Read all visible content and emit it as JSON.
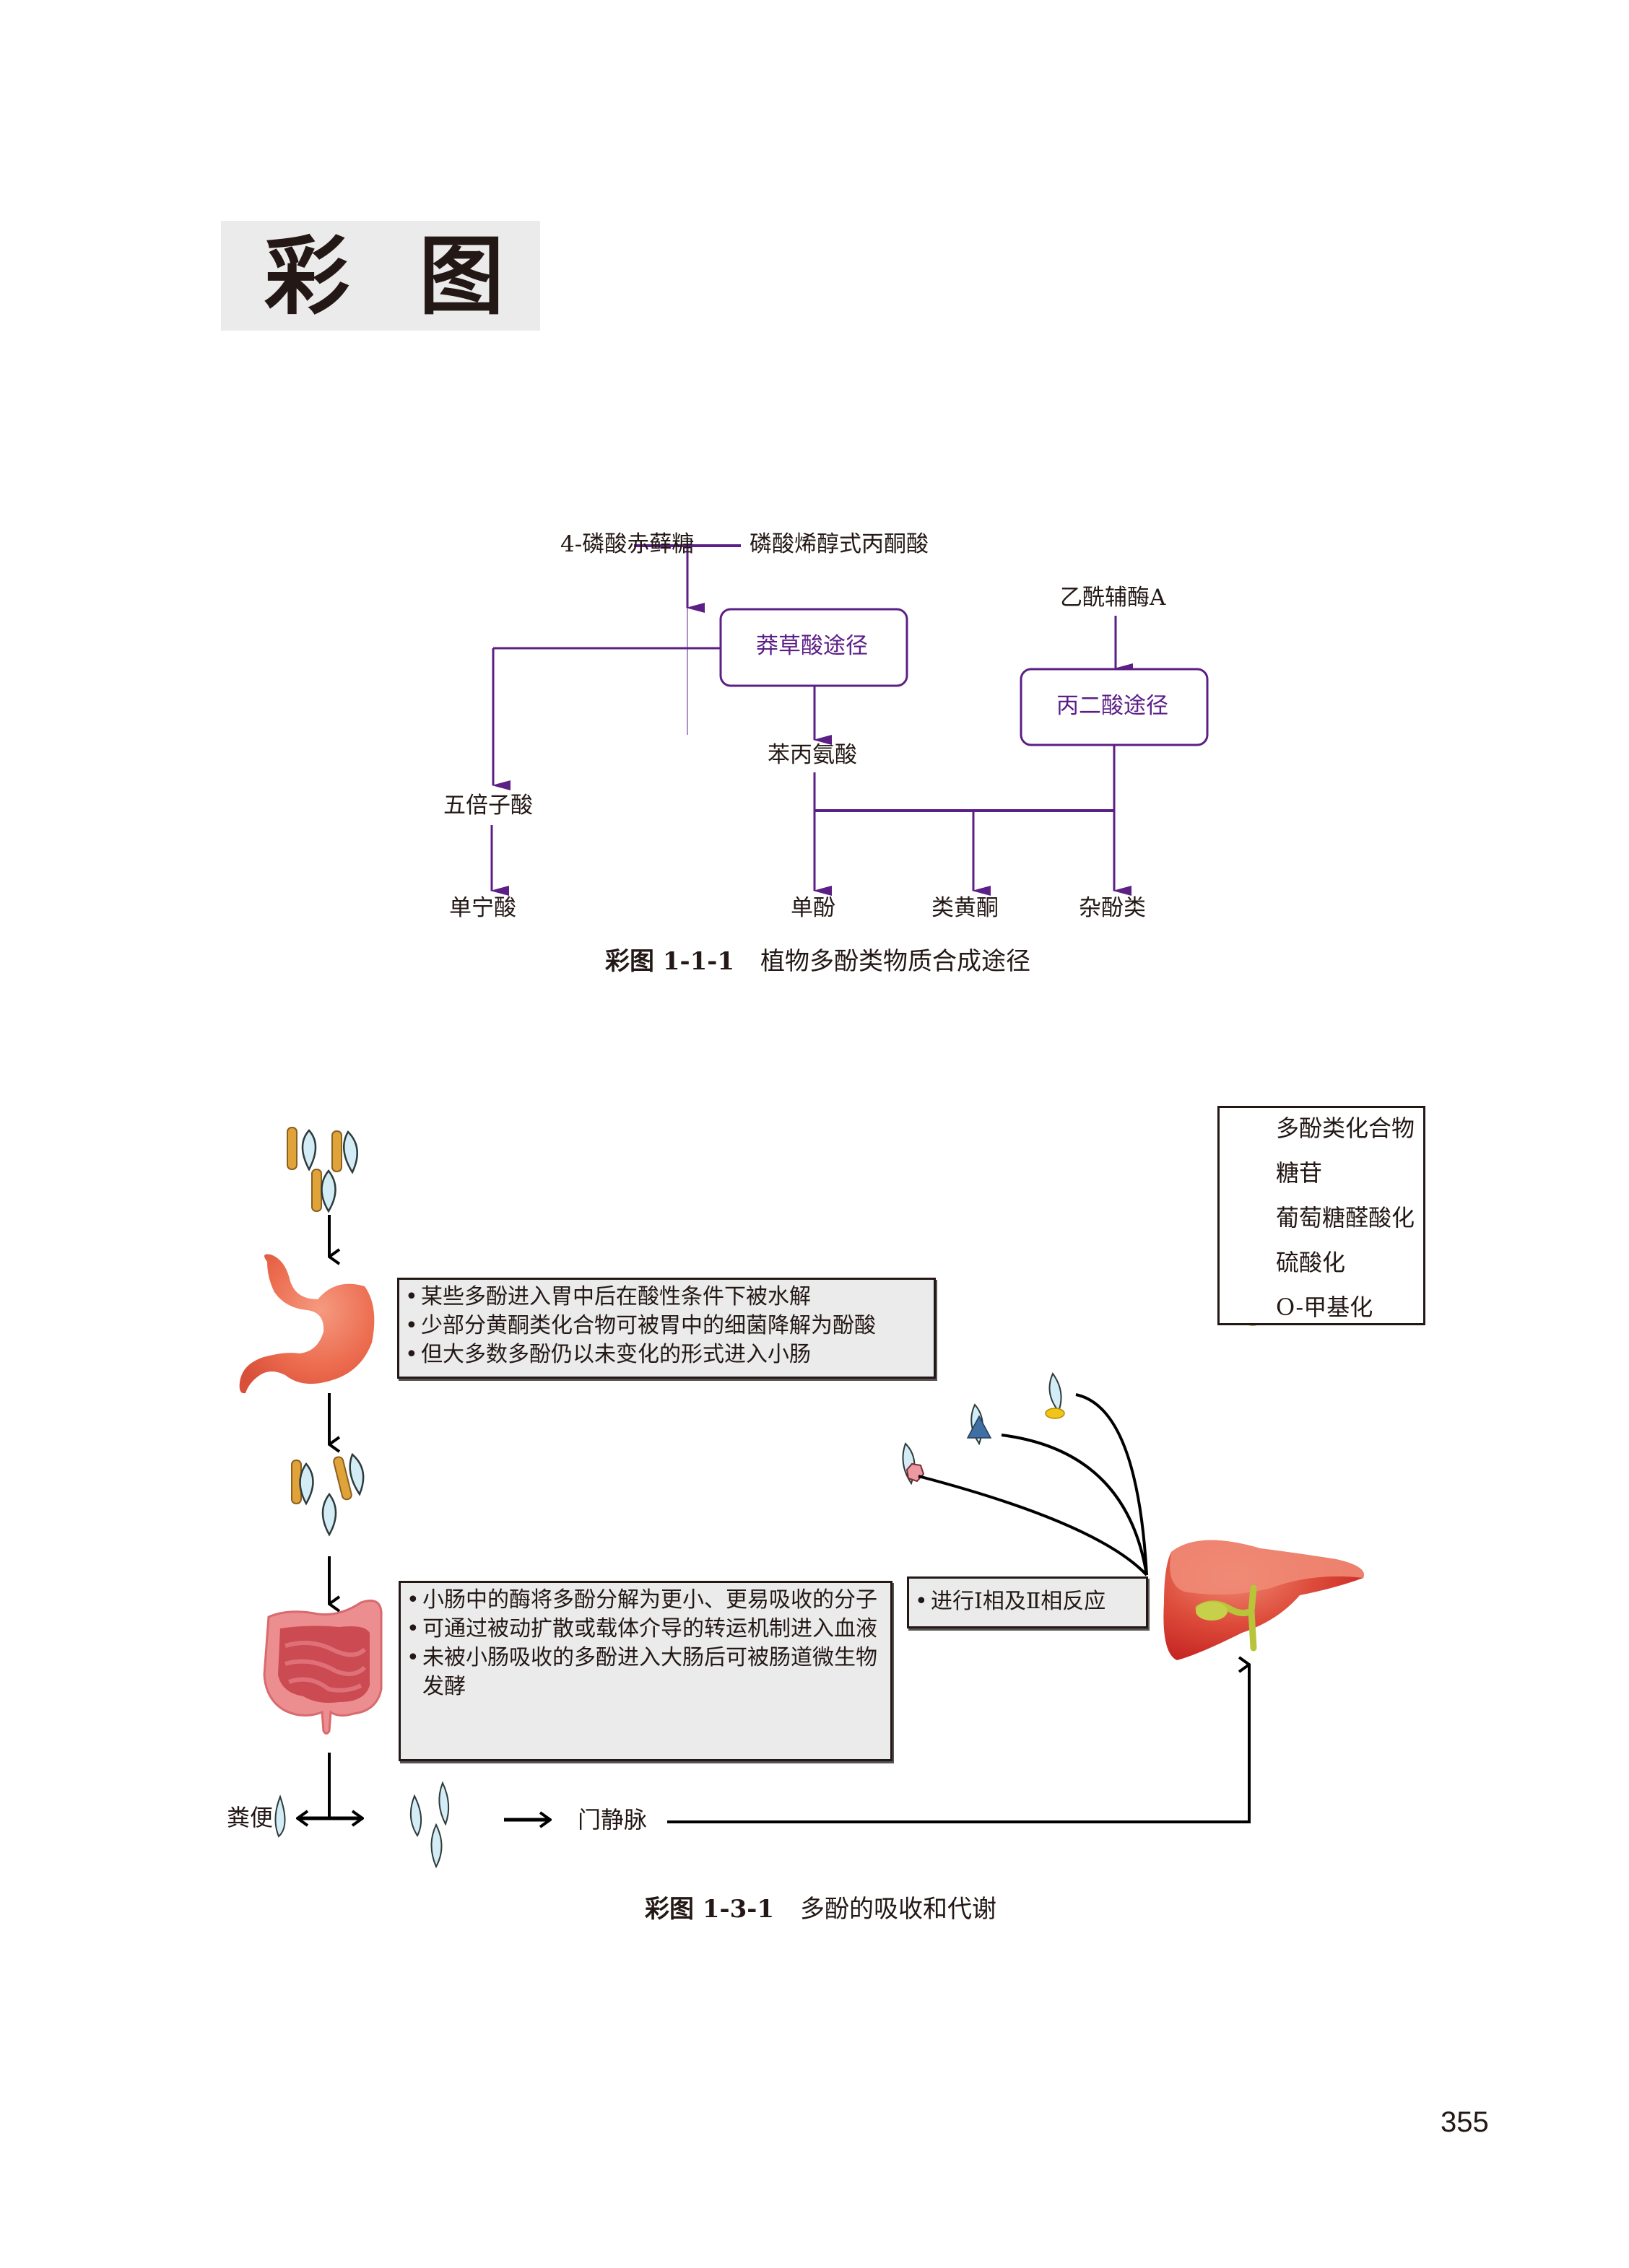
{
  "header": {
    "title_chars": [
      "彩",
      "图"
    ]
  },
  "figure1": {
    "nodes": {
      "erythrose": "4-磷酸赤藓糖",
      "pep": "磷酸烯醇式丙酮酸",
      "acetyl_coa": "乙酰辅酶A",
      "shikimate_pathway": "莽草酸途径",
      "malonate_pathway": "丙二酸途径",
      "phenylalanine": "苯丙氨酸",
      "gallic_acid": "五倍子酸",
      "tannic_acid": "单宁酸",
      "monophenol": "单酚",
      "flavonoid": "类黄酮",
      "mixed_phenol": "杂酚类"
    },
    "caption_number": "彩图 1-1-1",
    "caption_text": "植物多酚类物质合成途径",
    "accent_color": "#5b1f86"
  },
  "figure2": {
    "legend": [
      {
        "icon": "polyphenol-icon",
        "label": "多酚类化合物"
      },
      {
        "icon": "glycoside-icon",
        "label": "糖苷"
      },
      {
        "icon": "glucuronidation-icon",
        "label": "葡萄糖醛酸化"
      },
      {
        "icon": "sulfation-icon",
        "label": "硫酸化"
      },
      {
        "icon": "o-methylation-icon",
        "label": "O-甲基化"
      }
    ],
    "stomach_notes": [
      "某些多酚进入胃中后在酸性条件下被水解",
      "少部分黄酮类化合物可被胃中的细菌降解为酚酸",
      "但大多数多酚仍以未变化的形式进入小肠"
    ],
    "intestine_notes": [
      "小肠中的酶将多酚分解为更小、更易吸收的分子",
      "可通过被动扩散或载体介导的转运机制进入血液",
      "未被小肠吸收的多酚进入大肠后可被肠道微生物发酵"
    ],
    "liver_note": "进行Ⅰ相及Ⅱ相反应",
    "feces_label": "粪便",
    "portal_vein_label": "门静脉",
    "caption_number": "彩图 1-3-1",
    "caption_text": "多酚的吸收和代谢",
    "colors": {
      "polyphenol_fill": "#d4ecf5",
      "glycoside_fill": "#e0a33a",
      "glucuronide_fill": "#eb9aa3",
      "sulfate_fill": "#3f6fa3",
      "methyl_fill": "#f0c419",
      "organ_red": "#e25a45",
      "note_bg": "#ebebeb"
    }
  },
  "footer": {
    "page_number": "355"
  }
}
